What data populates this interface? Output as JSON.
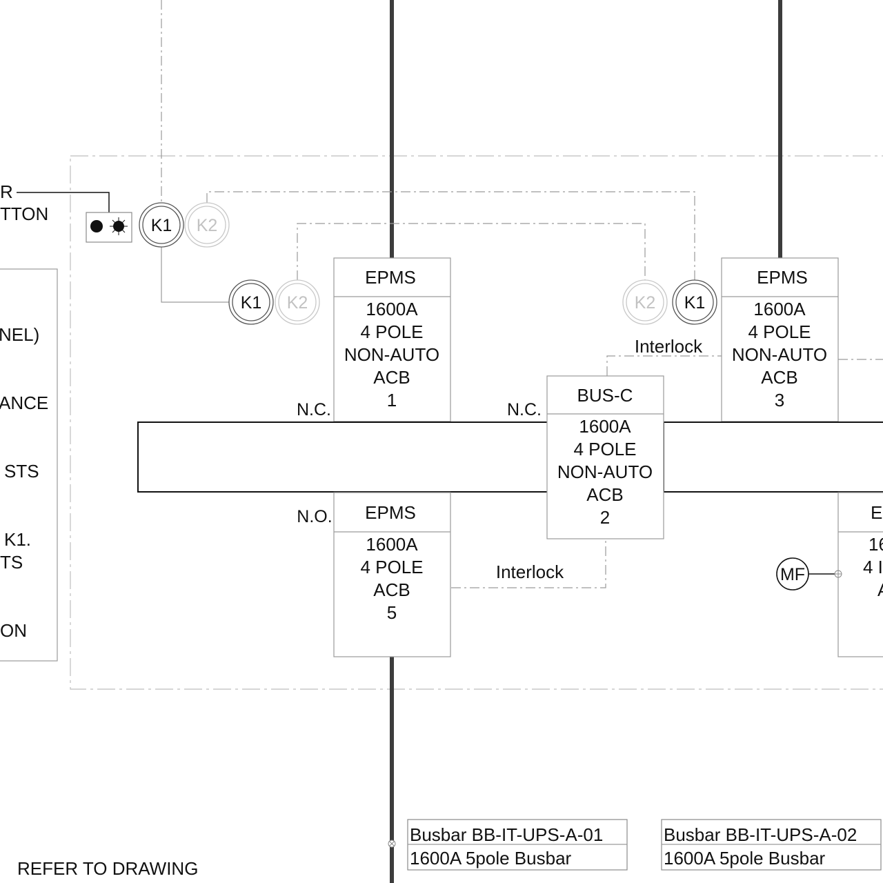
{
  "left_fragments": {
    "r_text": "R",
    "button_text": "TTON",
    "panel_lines": [
      "NEL)",
      "ANCE",
      "STS",
      "K1.",
      "TS",
      "ON"
    ]
  },
  "relays": {
    "k1": "K1",
    "k2": "K2",
    "mf": "MF"
  },
  "breakers": {
    "acb1": {
      "title": "EPMS",
      "lines": [
        "1600A",
        "4 POLE",
        "NON-AUTO",
        "ACB",
        "1"
      ],
      "state": "N.C."
    },
    "acb2": {
      "title": "BUS-C",
      "lines": [
        "1600A",
        "4 POLE",
        "NON-AUTO",
        "ACB",
        "2"
      ],
      "state": "N.C."
    },
    "acb3": {
      "title": "EPMS",
      "lines": [
        "1600A",
        "4 POLE",
        "NON-AUTO",
        "ACB",
        "3"
      ]
    },
    "acb5": {
      "title": "EPMS",
      "lines": [
        "1600A",
        "4 POLE",
        "ACB",
        "5"
      ],
      "state": "N.O."
    },
    "acb_right_partial": {
      "title": "E",
      "lines": [
        "16",
        "4 I",
        "A"
      ]
    }
  },
  "interlocks": {
    "upper": "Interlock",
    "lower": "Interlock"
  },
  "busbars": [
    {
      "name": "Busbar BB-IT-UPS-A-01",
      "rating": "1600A 5pole Busbar"
    },
    {
      "name": "Busbar BB-IT-UPS-A-02",
      "rating": "1600A 5pole Busbar"
    }
  ],
  "footer": {
    "note": "REFER TO DRAWING"
  },
  "colors": {
    "line": "#9a9a9a",
    "feeder": "#3c3c3c",
    "text": "#111111",
    "faded": "#c2c2c2"
  }
}
